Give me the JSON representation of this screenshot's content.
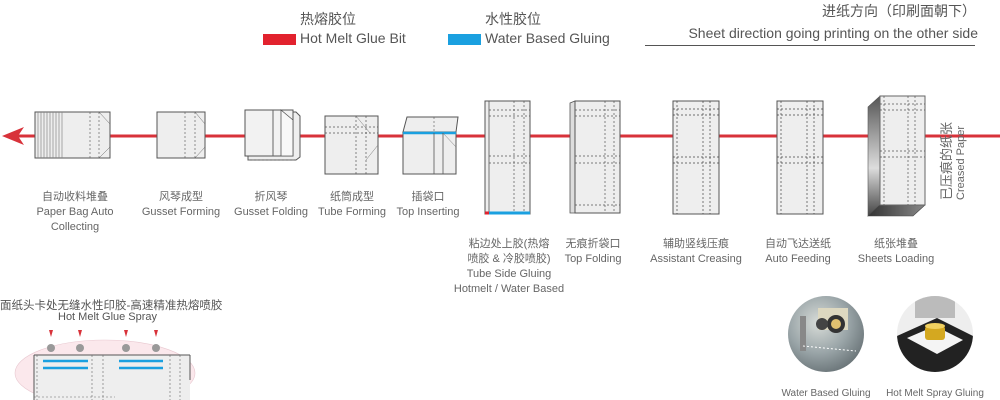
{
  "legend": {
    "hot_melt": {
      "cn": "热熔胶位",
      "en": "Hot Melt Glue Bit",
      "color": "#e2222e"
    },
    "water_based": {
      "cn": "水性胶位",
      "en": "Water Based Gluing",
      "color": "#1aa0e0"
    }
  },
  "direction": {
    "cn": "进纸方向（印刷面朝下）",
    "en": "Sheet direction going printing on the other side"
  },
  "line_color": "#d8323a",
  "stages": [
    {
      "cn": "自动收料堆叠",
      "en": "Paper Bag Auto Collecting"
    },
    {
      "cn": "风琴成型",
      "en": "Gusset Forming"
    },
    {
      "cn": "折风琴",
      "en": "Gusset Folding"
    },
    {
      "cn": "纸筒成型",
      "en": "Tube Forming"
    },
    {
      "cn": "插袋口",
      "en": "Top Inserting"
    },
    {
      "cn": "粘边处上胶(热熔喷胶 & 冷胶喷胶)",
      "en": "Tube Side Gluing Hotmelt / Water Based"
    },
    {
      "cn": "无痕折袋口",
      "en": "Top Folding"
    },
    {
      "cn": "辅助竖线压痕",
      "en": "Assistant Creasing"
    },
    {
      "cn": "自动飞达送纸",
      "en": "Auto Feeding"
    },
    {
      "cn": "纸张堆叠",
      "en": "Sheets Loading"
    }
  ],
  "stage_labels": {
    "collecting_cn": "自动收料堆叠",
    "collecting_en1": "Paper Bag Auto",
    "collecting_en2": "Collecting",
    "gusset_forming_cn": "风琴成型",
    "gusset_forming_en": "Gusset Forming",
    "gusset_folding_cn": "折风琴",
    "gusset_folding_en": "Gusset Folding",
    "tube_forming_cn": "纸筒成型",
    "tube_forming_en": "Tube Forming",
    "top_inserting_cn": "插袋口",
    "top_inserting_en": "Top Inserting",
    "side_gluing_cn1": "粘边处上胶(热熔",
    "side_gluing_cn2": "喷胶 & 冷胶喷胶)",
    "side_gluing_en1": "Tube Side Gluing",
    "side_gluing_en2": "Hotmelt / Water Based",
    "top_folding_cn": "无痕折袋口",
    "top_folding_en": "Top Folding",
    "creasing_cn": "辅助竖线压痕",
    "creasing_en": "Assistant Creasing",
    "feeding_cn": "自动飞达送纸",
    "feeding_en": "Auto Feeding",
    "loading_cn": "纸张堆叠",
    "loading_en": "Sheets Loading"
  },
  "creased_paper": {
    "cn": "已压痕的纸张",
    "en": "Creased Paper"
  },
  "detail": {
    "cn": "面纸头卡处无缝水性印胶-高速精准热熔喷胶",
    "en": "Hot Melt Glue Spray"
  },
  "photos": {
    "water": "Water Based Gluing",
    "hotmelt": "Hot Melt Spray Gluing"
  }
}
